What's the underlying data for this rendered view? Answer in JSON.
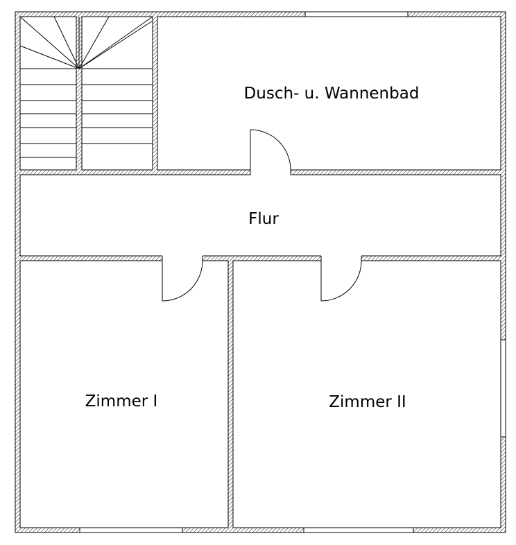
{
  "rooms": {
    "bath": "Dusch- u. Wannenbad",
    "hall": "Flur",
    "room1": "Zimmer I",
    "room2": "Zimmer II"
  },
  "colors": {
    "background": "#ffffff",
    "line": "#000000",
    "wall_hatch": "#000000"
  }
}
